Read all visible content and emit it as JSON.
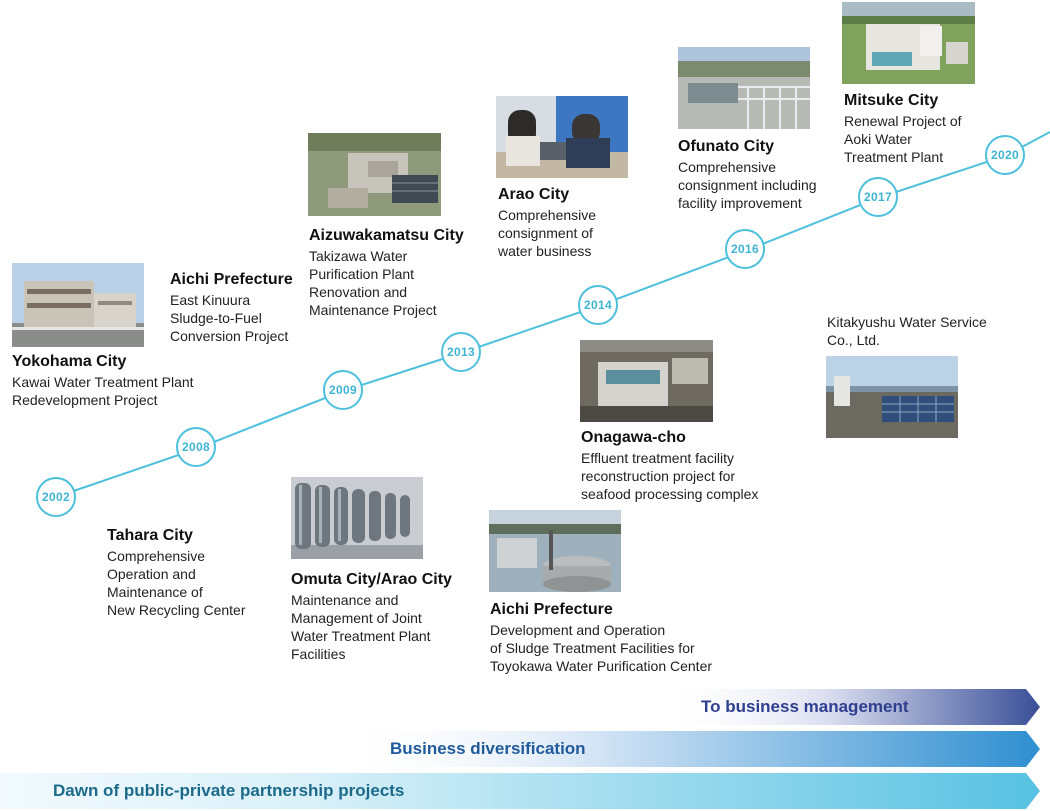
{
  "timeline": {
    "years": [
      "2002",
      "2008",
      "2009",
      "2013",
      "2014",
      "2016",
      "2017",
      "2020"
    ]
  },
  "entries": {
    "yokohama": {
      "place": "Yokohama City",
      "desc": [
        "Kawai Water Treatment Plant",
        "Redevelopment Project"
      ]
    },
    "aichi_kinuura": {
      "place": "Aichi Prefecture",
      "desc": [
        "East Kinuura",
        "Sludge-to-Fuel",
        "Conversion Project"
      ]
    },
    "tahara": {
      "place": "Tahara City",
      "desc": [
        "Comprehensive",
        "Operation and",
        "Maintenance of",
        "New Recycling Center"
      ]
    },
    "aizuwakamatsu": {
      "place": "Aizuwakamatsu City",
      "desc": [
        "Takizawa Water",
        "Purification Plant",
        "Renovation and",
        "Maintenance Project"
      ]
    },
    "omuta": {
      "place": "Omuta City/Arao City",
      "desc": [
        "Maintenance and",
        "Management of Joint",
        "Water Treatment Plant",
        "Facilities"
      ]
    },
    "arao": {
      "place": "Arao City",
      "desc": [
        "Comprehensive",
        "consignment of",
        "water business"
      ]
    },
    "aichi_toyokawa": {
      "place": "Aichi Prefecture",
      "desc": [
        "Development and Operation",
        "of Sludge Treatment Facilities for",
        "Toyokawa Water Purification Center"
      ]
    },
    "onagawa": {
      "place": "Onagawa-cho",
      "desc": [
        "Effluent treatment facility",
        "reconstruction project for",
        "seafood processing complex"
      ]
    },
    "ofunato": {
      "place": "Ofunato City",
      "desc": [
        "Comprehensive",
        "consignment including",
        "facility improvement"
      ]
    },
    "mitsuke": {
      "place": "Mitsuke City",
      "desc": [
        "Renewal Project of",
        "Aoki Water",
        "Treatment Plant"
      ]
    },
    "kitakyushu": {
      "desc": [
        "Kitakyushu Water Service",
        "Co., Ltd."
      ]
    }
  },
  "bands": {
    "management": "To business management",
    "diversification": "Business diversification",
    "dawn": "Dawn of public-private partnership projects"
  },
  "colors": {
    "timeline": "#4cc0dc",
    "band_dark_blue": "#3a4f98",
    "band_mid_blue": "#2f8fd0",
    "band_light_blue": "#58c2e2",
    "band_text_dark": "#2f3f8f",
    "band_text_mid": "#1f5a9a",
    "band_text_light": "#1c6a8a"
  }
}
